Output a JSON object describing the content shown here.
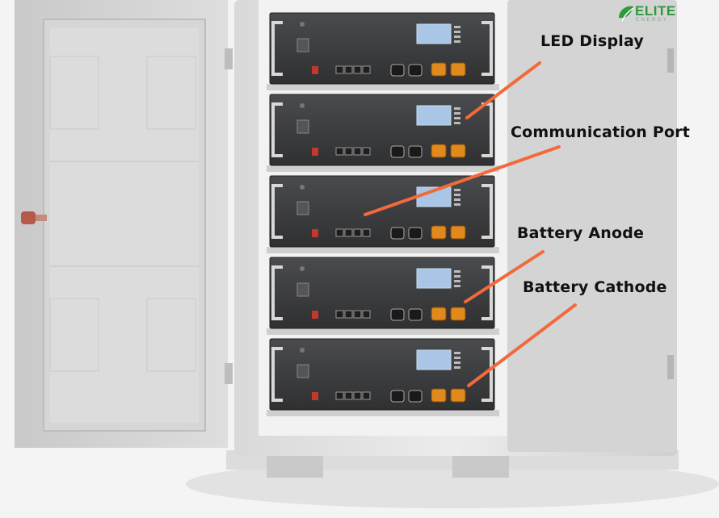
{
  "brand": {
    "logo_text": "ELITE",
    "logo_subtext": "ENERGY",
    "logo_color": "#2e9a3c"
  },
  "callouts": {
    "led_display": "LED Display",
    "communication_port": "Communication Port",
    "battery_anode": "Battery Anode",
    "battery_cathode": "Battery Cathode"
  },
  "colors": {
    "callout_line": "#f26a3c",
    "module_body": "#3a3b3d",
    "cabinet": "#e6e6e6",
    "terminal": "#e08a1e",
    "lcd": "#a9c6e6"
  },
  "module_count": 5
}
